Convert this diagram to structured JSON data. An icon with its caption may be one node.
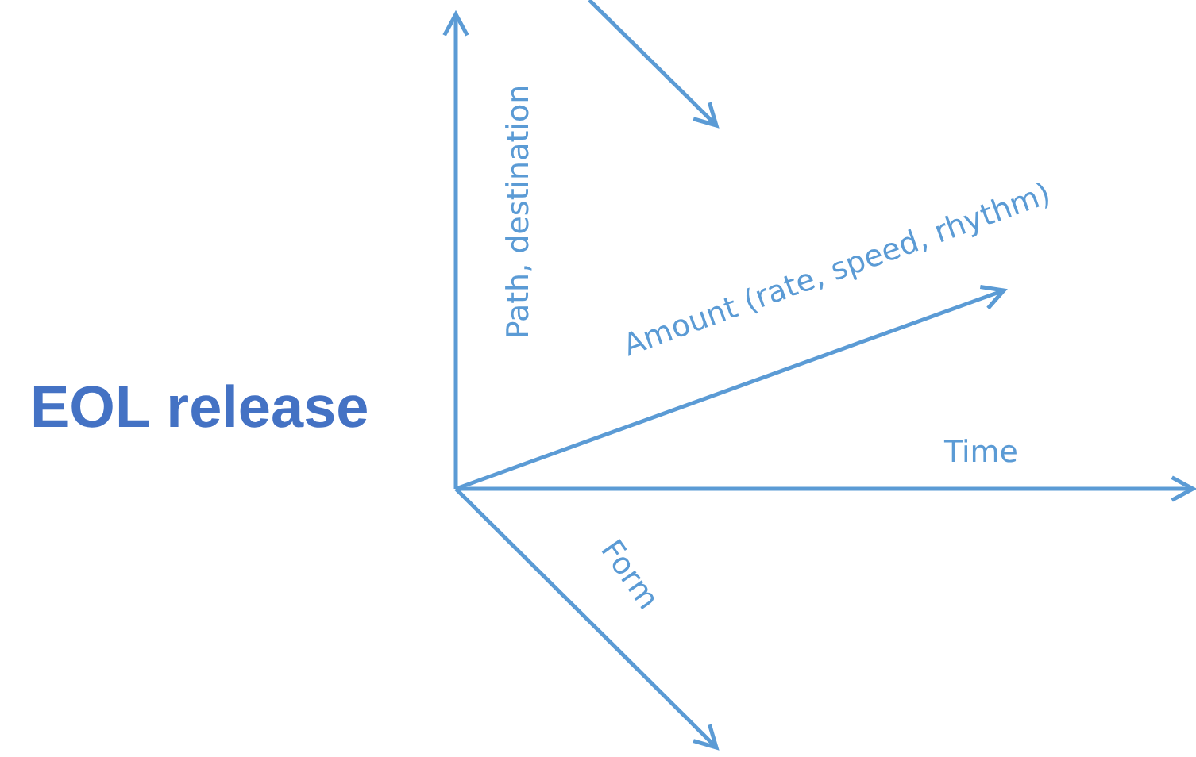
{
  "diagram": {
    "title": "EOL release",
    "labels": [
      "Path, destination",
      "Amount (rate, speed, rhythm)",
      "Time",
      "Form"
    ]
  }
}
